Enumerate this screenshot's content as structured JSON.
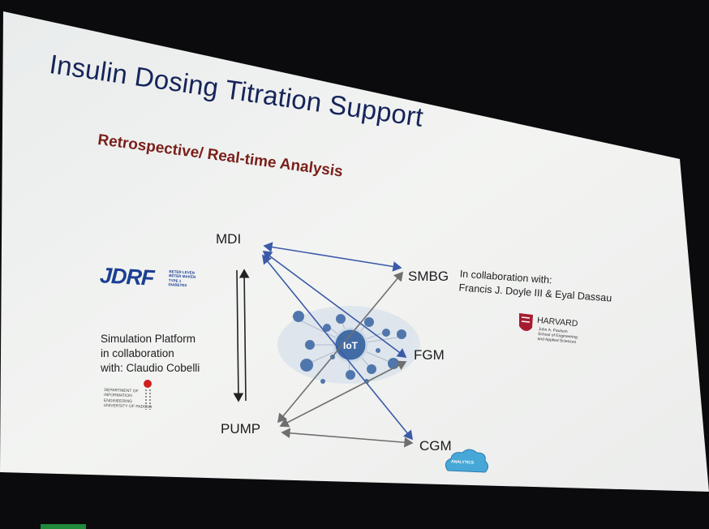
{
  "slide": {
    "title": "Insulin Dosing Titration Support",
    "subtitle": "Retrospective/ Real-time  Analysis"
  },
  "diagram": {
    "nodes": {
      "mdi": "MDI",
      "smbg": "SMBG",
      "fgm": "FGM",
      "pump": "PUMP",
      "cgm": "CGM"
    },
    "hub_label": "IoT"
  },
  "left_panel": {
    "jdrf_logo": "JDRF",
    "jdrf_tagline": [
      "BETER LEVEN",
      "BETER MAKEN",
      "TYPE 1",
      "DIABETES"
    ],
    "simulation_lines": [
      "Simulation Platform",
      "in collaboration",
      "with: Claudio Cobelli"
    ],
    "dept_logo_lines": [
      "DEPARTMENT OF",
      "INFORMATION",
      "ENGINEERING",
      "UNIVERSITY OF PADOVA"
    ]
  },
  "right_panel": {
    "collab_lines": [
      "In collaboration with:",
      "Francis J. Doyle III & Eyal Dassau"
    ],
    "harvard_logo": "HARVARD",
    "harvard_sub_lines": [
      "John A. Paulson",
      "School of Engineering",
      "and Applied Sciences"
    ]
  },
  "cloud_logo": "ANALYTICS",
  "colors": {
    "title": "#16245a",
    "subtitle": "#7a1f1a",
    "arrow_blue": "#3b5aa8",
    "arrow_gray": "#6f6f6f",
    "jdrf_blue": "#1b3f93",
    "harvard_red": "#a51c30",
    "cloud_blue": "#47a8d8"
  }
}
